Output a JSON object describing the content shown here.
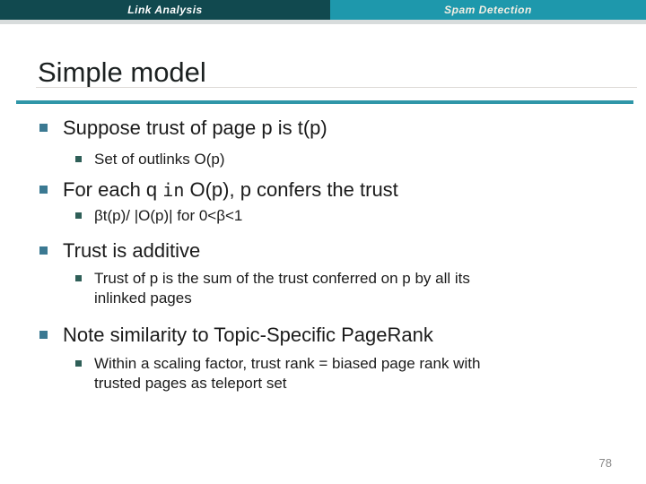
{
  "slide": {
    "header": {
      "left_tab": "Link Analysis",
      "right_tab": "Spam Detection"
    },
    "title": "Simple model",
    "content": {
      "bullets": [
        {
          "text": "Suppose trust of page p is t(p)",
          "subs": [
            {
              "lines": [
                "Set of outlinks O(p)"
              ]
            }
          ]
        },
        {
          "text_prefix": "For each q ",
          "text_keyword": "in",
          "text_suffix": " O(p), p confers the trust",
          "subs": [
            {
              "lines": [
                "βt(p)/ |O(p)| for 0<β<1"
              ]
            }
          ]
        },
        {
          "text": "Trust is additive",
          "subs": [
            {
              "lines": [
                "Trust of p is the sum of the trust conferred on p by all its",
                "inlinked pages"
              ]
            }
          ]
        },
        {
          "text": "Note similarity to Topic-Specific PageRank",
          "subs": [
            {
              "lines": [
                "Within a scaling factor, trust rank = biased page rank with",
                "trusted pages as teleport set"
              ]
            }
          ]
        }
      ]
    },
    "page_number": "78"
  },
  "colors": {
    "header_left_bg": "#11494f",
    "header_right_bg": "#1e98ac",
    "header_text": "#ffffff",
    "title_text": "#1c2121",
    "title_rule": "#2f96a8",
    "bullet_level1_square": "#3b7992",
    "bullet_level2_square": "#2f5f58",
    "body_text": "#1b1b1b",
    "page_number_text": "#8a8a8a"
  }
}
